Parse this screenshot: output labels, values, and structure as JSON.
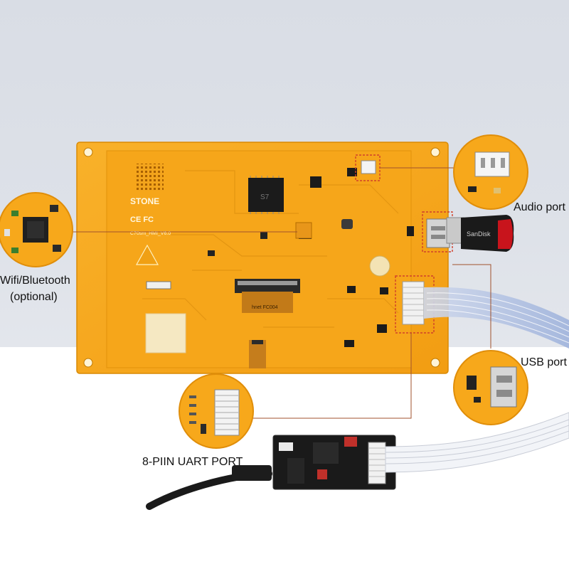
{
  "labels": {
    "audio": "Audio port",
    "wifi_line1": "Wifi/Bluetooth",
    "wifi_line2": "(optional)",
    "usb": "USB port",
    "uart": "8-PIIN UART PORT"
  },
  "board_print": {
    "brand": "STONE",
    "model": "C70sm_HMI_V6.0",
    "cert_marks": "CE FC",
    "chip": "S7",
    "fpc": "hnet FC004"
  },
  "flash_drive_brand": "SanDisk",
  "colors": {
    "board": "#f7a81b",
    "board_dark": "#e08e0a",
    "callout_line": "#a0522d",
    "highlight_box": "#d0402a"
  }
}
